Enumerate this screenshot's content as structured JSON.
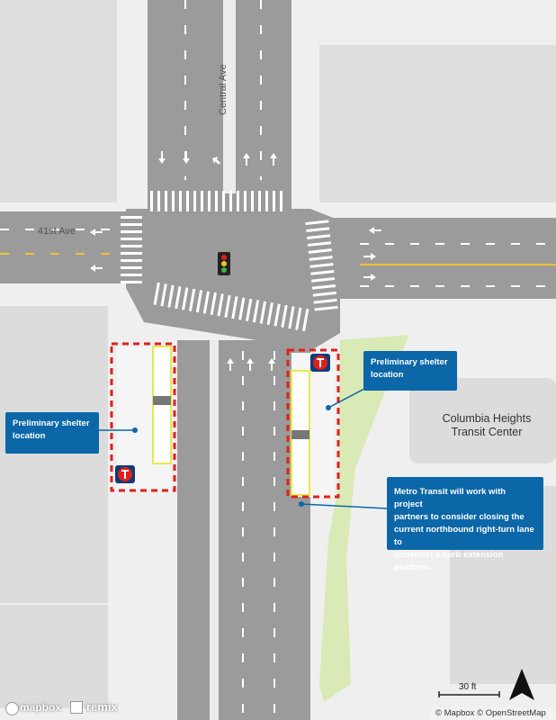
{
  "streets": {
    "central_ave": "Central Ave",
    "ave_41st": "41st Ave"
  },
  "places": {
    "transit_center_line1": "Columbia Heights",
    "transit_center_line2": "Transit Center"
  },
  "callouts": {
    "shelter_west_line1": "Preliminary shelter",
    "shelter_west_line2": "location",
    "shelter_east_line1": "Preliminary shelter",
    "shelter_east_line2": "location",
    "curb_note_line1": "Metro Transit will work with project",
    "curb_note_line2": "partners to consider closing the",
    "curb_note_line3": "current northbound right-turn lane to",
    "curb_note_line4": "construct a curb extension platform."
  },
  "scale": {
    "label": "30 ft"
  },
  "attribution": {
    "text": "© Mapbox © OpenStreetMap"
  },
  "brands": {
    "mapbox": "mapbox",
    "remix": "remix"
  },
  "colors": {
    "road": "#9a9a9a",
    "sidewalk": "#f4f4f4",
    "building": "#dcdcdc",
    "greenspace": "#d6e8b4",
    "platform_outline": "#e0201b",
    "callout": "#0b67a8",
    "center_line": "#f2c230",
    "platform_edge": "#eef04a"
  },
  "icons": [
    "metro-transit-logo-icon",
    "traffic-signal-icon",
    "north-arrow-icon",
    "lane-arrow-icon"
  ]
}
